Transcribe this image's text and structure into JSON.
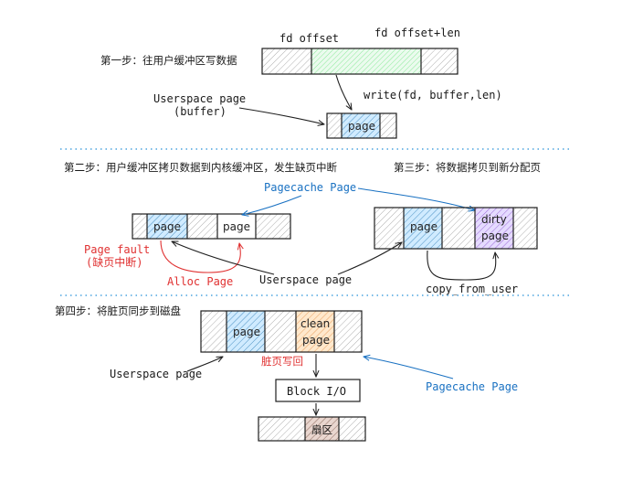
{
  "step1": {
    "title": "第一步：往用户缓冲区写数据",
    "fd_offset": "fd offset",
    "fd_offset_len": "fd offset+len",
    "write_call": "write(fd, buffer,len)",
    "userspace_page_line1": "Userspace page",
    "userspace_page_line2": "(buffer)",
    "page_cell": "page"
  },
  "step2": {
    "title": "第二步：用户缓冲区拷贝数据到内核缓冲区，发生缺页中断",
    "page_cell_1": "page",
    "page_cell_2": "page",
    "page_fault_line1": "Page fault",
    "page_fault_line2": "(缺页中断)",
    "alloc_page": "Alloc Page",
    "userspace_page": "Userspace page",
    "pagecache_page": "Pagecache Page"
  },
  "step3": {
    "title": "第三步：将数据拷贝到新分配页",
    "page_cell": "page",
    "dirty_line1": "dirty",
    "dirty_line2": "page",
    "copy_from_user": "copy_from_user"
  },
  "step4": {
    "title": "第四步：将脏页同步到磁盘",
    "page_cell": "page",
    "clean_line1": "clean",
    "clean_line2": "page",
    "dirty_writeback": "脏页写回",
    "block_io": "Block I/O",
    "userspace_page": "Userspace page",
    "pagecache_page": "Pagecache Page",
    "sector": "扇区"
  },
  "colors": {
    "green_fill": "#b2f2bb",
    "blue_fill": "#a5d8ff",
    "purple_fill": "#d0bfff",
    "orange_fill": "#ffc9a0",
    "brown_fill": "#c9a69a",
    "red_text": "#e03131",
    "blue_text": "#1971c2",
    "divider": "#4aa3df"
  }
}
